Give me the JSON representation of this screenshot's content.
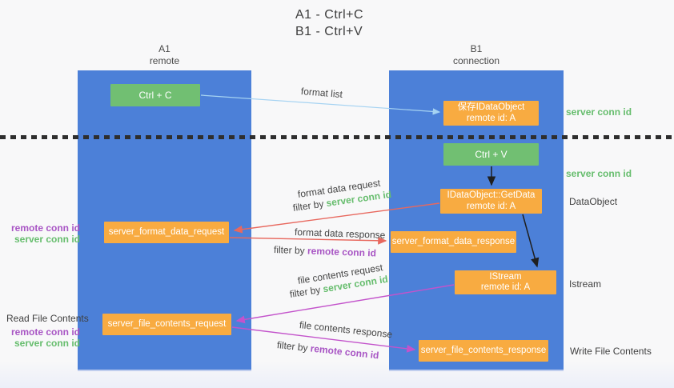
{
  "colors": {
    "column-blue": "#4c80d8",
    "node-green": "#71bf72",
    "node-orange": "#f8ab41",
    "arrow-lightblue": "#a6d3f2",
    "arrow-red": "#e8685e",
    "arrow-magenta": "#c353cb",
    "arrow-black": "#1f1f1f",
    "text-green": "#66bd6d",
    "text-purple": "#a855c4",
    "dotted-line": "#2e2e2e"
  },
  "title": {
    "line1": "A1 - Ctrl+C",
    "line2": "B1 - Ctrl+V"
  },
  "lanes": {
    "left": {
      "name": "A1",
      "role": "remote"
    },
    "right": {
      "name": "B1",
      "role": "connection"
    }
  },
  "nodes": {
    "ctrl_c": {
      "label": "Ctrl + C"
    },
    "ctrl_v": {
      "label": "Ctrl + V"
    },
    "save_dataobject": {
      "line1": "保存IDataObject",
      "line2": "remote id: A"
    },
    "getdata": {
      "line1": "IDataObject::GetData",
      "line2": "remote id: A"
    },
    "istream": {
      "line1": "IStream",
      "line2": "remote id: A"
    },
    "format_request": {
      "label": "server_format_data_request"
    },
    "format_response": {
      "label": "server_format_data_response"
    },
    "file_request": {
      "label": "server_file_contents_request"
    },
    "file_response": {
      "label": "server_file_contents_response"
    }
  },
  "edges": {
    "format_list": {
      "label": "format list"
    },
    "format_data_request": {
      "label": "format data request",
      "filter_prefix": "filter by",
      "filter_key": "server conn id"
    },
    "format_data_response": {
      "label": "format data response",
      "filter_prefix": "filter by",
      "filter_key": "remote conn id"
    },
    "file_contents_request": {
      "label": "file contents request",
      "filter_prefix": "filter by",
      "filter_key": "server conn id"
    },
    "file_contents_response": {
      "label": "file contents response",
      "filter_prefix": "filter by",
      "filter_key": "remote conn id"
    }
  },
  "side_labels": {
    "server_conn_id_top": "server conn id",
    "server_conn_id_mid": "server conn id",
    "dataobject": "DataObject",
    "istream": "Istream",
    "write_file_contents": "Write File Contents",
    "read_file_contents": "Read File Contents",
    "left_remote_conn_id_1": "remote conn id",
    "left_server_conn_id_1": "server conn id",
    "left_remote_conn_id_2": "remote conn id",
    "left_server_conn_id_2": "server conn id"
  }
}
